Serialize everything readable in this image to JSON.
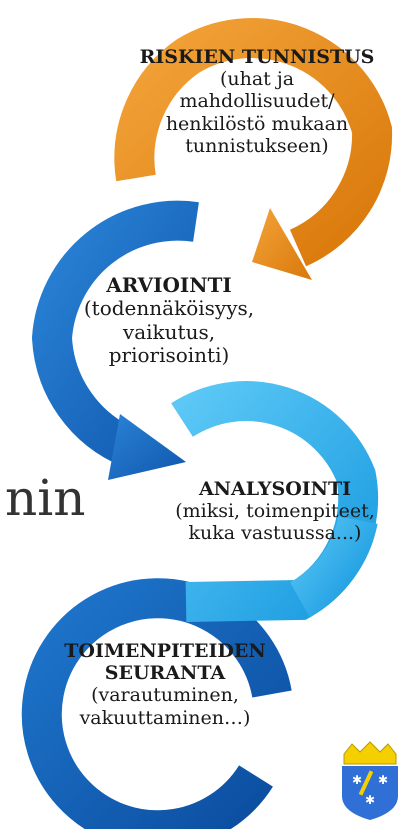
{
  "steps": [
    {
      "title": "RISKIEN TUNNISTUS",
      "lines": [
        "(uhat ja",
        "mahdollisuudet/",
        "henkilöstö mukaan",
        "tunnistukseen)"
      ]
    },
    {
      "title": "ARVIOINTI",
      "lines": [
        "(todennäköisyys,",
        "vaikutus,",
        "priorisointi)"
      ]
    },
    {
      "title": "ANALYSOINTI",
      "lines": [
        "(miksi, toimenpiteet,",
        "kuka vastuussa...)"
      ]
    },
    {
      "title": "TOIMENPITEIDEN SEURANTA",
      "lines": [
        "(varautuminen,",
        "vakuuttaminen…)"
      ]
    }
  ],
  "partial_word": "nin",
  "colors": {
    "orange": "#e88b14",
    "blue_dark": "#1565c0",
    "blue_mid": "#1e78c8",
    "blue_light": "#31b0ef",
    "crest_yellow": "#f5d000",
    "crest_blue": "#2f6fd6"
  },
  "icons": [
    "cycle-arrow-orange",
    "cycle-arrow-blue",
    "cycle-arrow-light-blue",
    "cycle-arrow-dark-blue",
    "coat-of-arms-icon"
  ]
}
